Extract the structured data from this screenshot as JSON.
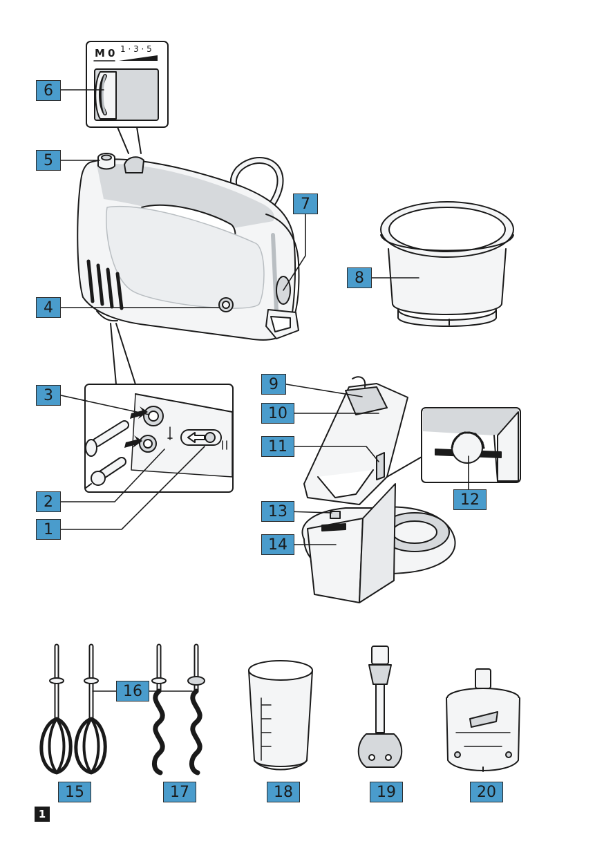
{
  "speed_scale": {
    "manual": "M",
    "off": "0",
    "steps": "1 · 3 · 5"
  },
  "figure_number": "1",
  "callouts": [
    {
      "id": "1",
      "text": "1"
    },
    {
      "id": "2",
      "text": "2"
    },
    {
      "id": "3",
      "text": "3"
    },
    {
      "id": "4",
      "text": "4"
    },
    {
      "id": "5",
      "text": "5"
    },
    {
      "id": "6",
      "text": "6"
    },
    {
      "id": "7",
      "text": "7"
    },
    {
      "id": "8",
      "text": "8"
    },
    {
      "id": "9",
      "text": "9"
    },
    {
      "id": "10",
      "text": "10"
    },
    {
      "id": "11",
      "text": "11"
    },
    {
      "id": "12",
      "text": "12"
    },
    {
      "id": "13",
      "text": "13"
    },
    {
      "id": "14",
      "text": "14"
    },
    {
      "id": "15",
      "text": "15"
    },
    {
      "id": "16",
      "text": "16"
    },
    {
      "id": "17",
      "text": "17"
    },
    {
      "id": "18",
      "text": "18"
    },
    {
      "id": "19",
      "text": "19"
    },
    {
      "id": "20",
      "text": "20"
    }
  ],
  "colors": {
    "callout_fill": "#4a9ccc",
    "body_fill": "#f4f5f6",
    "shade_fill": "#d6d9dc",
    "line": "#1a1a1a"
  }
}
